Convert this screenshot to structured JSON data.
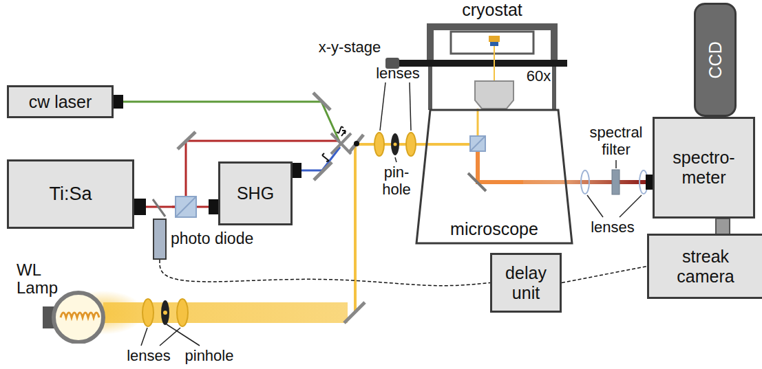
{
  "diagram": {
    "nodes": [
      {
        "text": [
          "cryostat"
        ]
      },
      {
        "text": [
          "cw laser"
        ]
      },
      {
        "text": [
          "CCD"
        ]
      },
      {
        "text": [
          "microscope"
        ]
      },
      {
        "text": [
          "spectro- meter"
        ]
      },
      {
        "text": [
          "Ti:Sa"
        ]
      },
      {
        "text": [
          "SHG"
        ]
      },
      {
        "text": [
          "photo diode"
        ]
      },
      {
        "text": [
          "streak camera"
        ]
      },
      {
        "text": [
          "WL Lamp"
        ]
      },
      {
        "text": [
          "delay unit"
        ]
      }
    ],
    "edges": [
      {
        "from": 7,
        "to": 10,
        "arrow": "none"
      },
      {
        "from": 10,
        "to": 8,
        "arrow": "none"
      }
    ],
    "labels": [
      "x-y-stage",
      "60x",
      "lenses",
      "pin- hole",
      "spectral filter",
      "lenses",
      "lenses",
      "pinhole"
    ]
  }
}
